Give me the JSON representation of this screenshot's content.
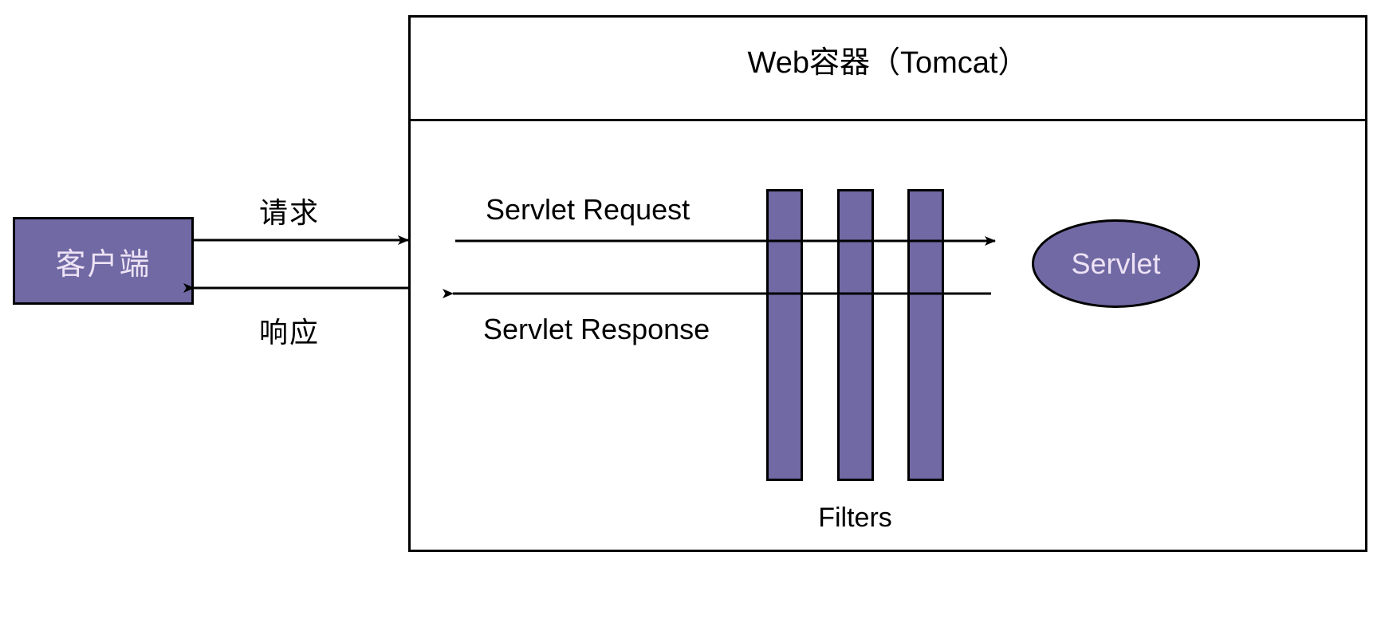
{
  "diagram": {
    "title": "Web容器（Tomcat）",
    "client": {
      "label": "客户端"
    },
    "servlet": {
      "label": "Servlet"
    },
    "filters": {
      "label": "Filters",
      "count": 3,
      "bars": [
        "filter-1",
        "filter-2",
        "filter-3"
      ]
    },
    "flows": {
      "client_request_label": "请求",
      "client_response_label": "响应",
      "servlet_request_label": "Servlet Request",
      "servlet_response_label": "Servlet Response"
    },
    "colors": {
      "shape_fill": "#7069A3",
      "shape_text": "#EDE2F5",
      "stroke": "#000000",
      "background": "#FFFFFF",
      "body_text": "#000000"
    },
    "arrows": {
      "client_to_container": "arrow-right",
      "container_to_client": "arrow-left",
      "request_through_filters": "arrow-right",
      "response_through_filters": "arrow-left"
    }
  }
}
